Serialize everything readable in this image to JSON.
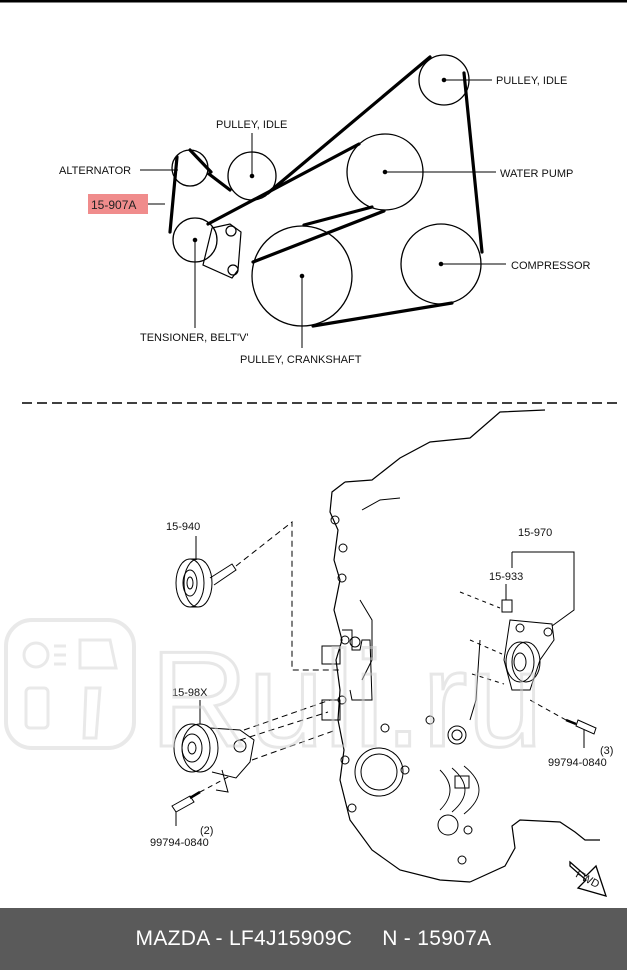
{
  "belt_diagram": {
    "labels": {
      "pulley_idle_top": "PULLEY, IDLE",
      "pulley_idle_mid": "PULLEY, IDLE",
      "alternator": "ALTERNATOR",
      "water_pump": "WATER PUMP",
      "compressor": "COMPRESSOR",
      "tensioner": "TENSIONER, BELT'V'",
      "crankshaft": "PULLEY, CRANKSHAFT",
      "part_number": "15-907A"
    },
    "highlight_color": "#f08c8c"
  },
  "exploded_view": {
    "callouts": {
      "p_15_940": "15-940",
      "p_15_970": "15-970",
      "p_15_933": "15-933",
      "p_15_98x": "15-98X",
      "bolt_left": "99794-0840",
      "bolt_left_qty": "(2)",
      "bolt_right": "99794-0840",
      "bolt_right_qty": "(3)",
      "fwd": "FWD"
    },
    "watermark": "Ruli.ru"
  },
  "footer": {
    "left": "MAZDA - LF4J15909C",
    "right": "N - 15907A"
  }
}
